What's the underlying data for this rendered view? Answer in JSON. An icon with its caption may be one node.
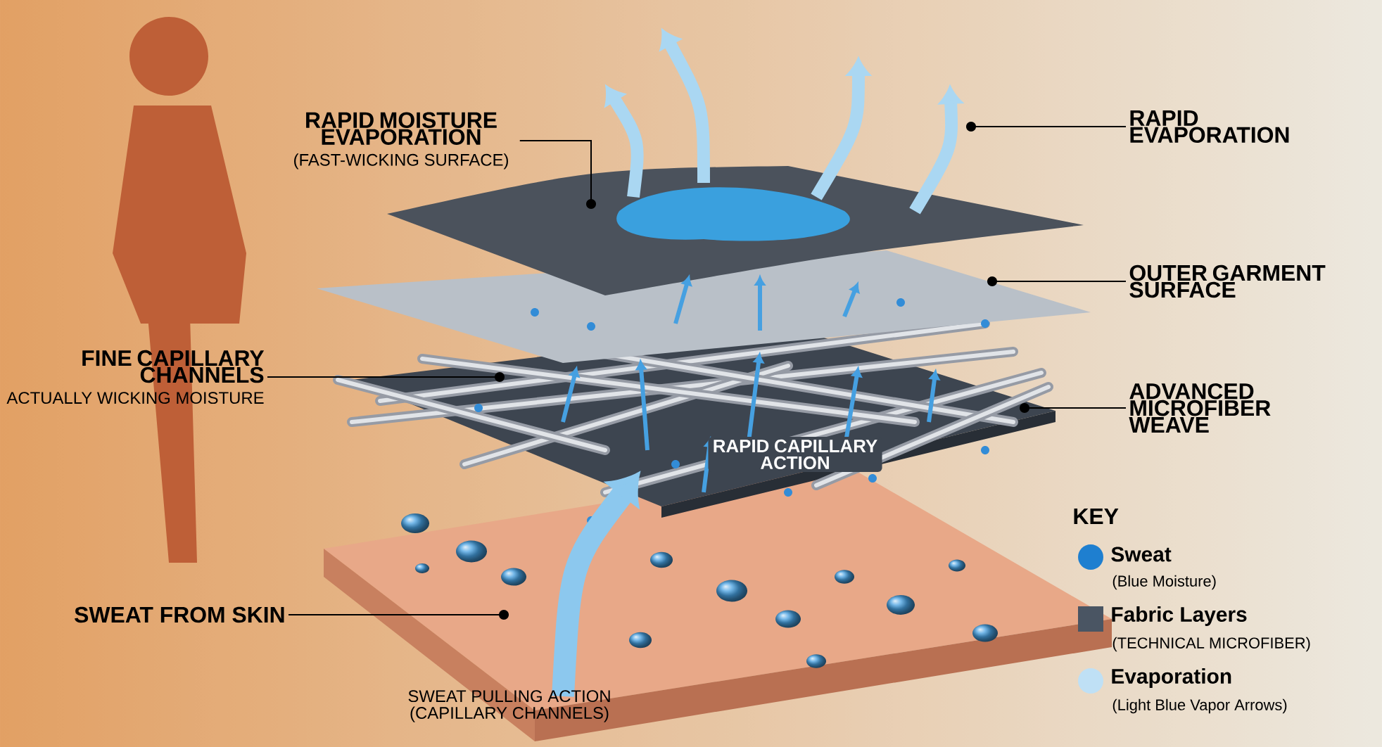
{
  "diagram": {
    "nodes": [
      {
        "text": [
          "RAPID MOISTURE EVAPORATION",
          "(FAST-WICKING SURFACE)"
        ]
      },
      {
        "text": [
          "RAPID EVAPORATION"
        ]
      },
      {
        "text": [
          "FINE CAPILLARY CHANNELS",
          "ACTUALLY WICKING MOISTURE"
        ]
      },
      {
        "text": [
          "OUTER GARMENT SURFACE"
        ]
      },
      {
        "text": [
          "ADVANCED MICROFIBER WEAVE"
        ]
      },
      {
        "text": [
          "SWEAT FROM SKIN"
        ]
      }
    ],
    "edges": [
      {
        "from": 0,
        "to": null,
        "arrow": "other"
      },
      {
        "from": 1,
        "to": null,
        "arrow": "other"
      },
      {
        "from": 2,
        "to": null,
        "arrow": "other"
      },
      {
        "from": 3,
        "to": null,
        "arrow": "other"
      },
      {
        "from": 4,
        "to": null,
        "arrow": "other"
      },
      {
        "from": 5,
        "to": null,
        "arrow": "other"
      }
    ],
    "labels": [
      "RAPID CAPILLARY ACTION",
      "SWEAT PULLING ACTION (CAPILLARY CHANNELS)",
      "KEY",
      "(Blue Moisture)",
      "(TECHNICAL MICROFIBER)",
      "(Light Blue Vapor Arrows)"
    ],
    "legend": [
      {
        "text": "Sweat",
        "color": "#1e7fd0"
      },
      {
        "text": "Fabric Layers",
        "color": "#4a5563"
      },
      {
        "text": "Evaporation",
        "color": "#bfe0f5"
      }
    ]
  }
}
